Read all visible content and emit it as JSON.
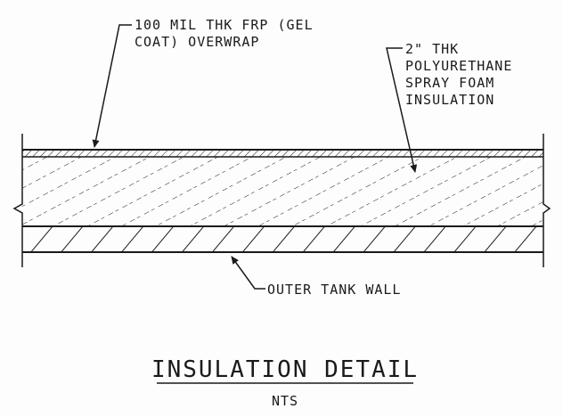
{
  "labels": {
    "overwrap": [
      "100 MIL THK FRP (GEL",
      "COAT) OVERWRAP"
    ],
    "insulation": [
      "2\" THK",
      "POLYURETHANE",
      "SPRAY FOAM",
      "INSULATION"
    ],
    "tank_wall": "OUTER TANK WALL"
  },
  "title": "INSULATION DETAIL",
  "subtitle": "NTS",
  "colors": {
    "ink": "#1a1a1a",
    "paper": "#fdfdfd"
  }
}
